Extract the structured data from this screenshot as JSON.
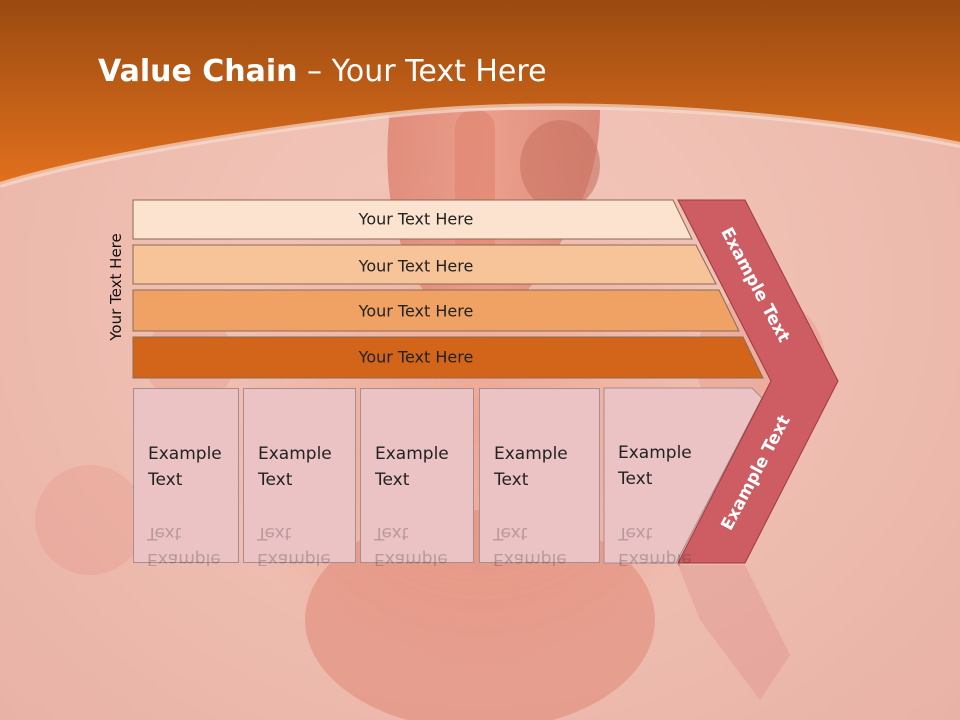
{
  "title": {
    "bold": "Value Chain",
    "rest": " – Your Text Here"
  },
  "vertical_label": "Your Text Here",
  "bars": [
    "Your Text Here",
    "Your Text Here",
    "Your Text Here",
    "Your Text Here"
  ],
  "boxes": [
    {
      "line1": "Example",
      "line2": "Text"
    },
    {
      "line1": "Example",
      "line2": "Text"
    },
    {
      "line1": "Example",
      "line2": "Text"
    },
    {
      "line1": "Example",
      "line2": "Text"
    },
    {
      "line1": "Example",
      "line2": "Text"
    }
  ],
  "chevron": {
    "upper": "Example Text",
    "lower": "Example Text"
  },
  "colors": {
    "top_band": "#e2701e",
    "bar_1": "#fce3cf",
    "bar_2": "#f7c499",
    "bar_3": "#f0a265",
    "bar_4": "#d2651a",
    "boxes": "#ebc3c5",
    "chevron": "#cd5d63"
  }
}
